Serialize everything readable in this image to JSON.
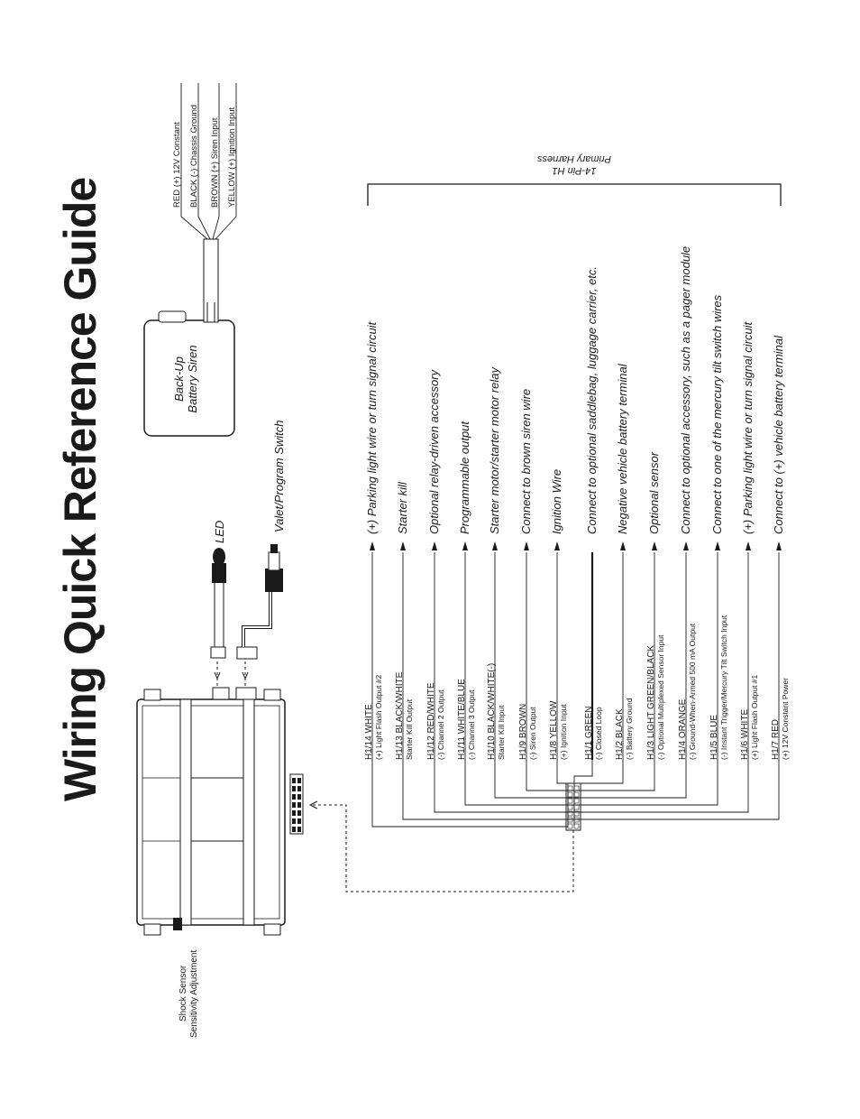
{
  "title": "Wiring Quick Reference Guide",
  "shock_sensor": {
    "line1": "Shock Sensor",
    "line2": "Sensitivity Adjustment"
  },
  "led_label": "LED",
  "valet_label": "Valet/Program Switch",
  "siren": {
    "line1": "Back-Up",
    "line2": "Battery Siren",
    "wires": [
      "RED (+) 12V Constant",
      "BLACK (-) Chassis Ground",
      "BROWN (+) Siren Input",
      "YELLOW (+) Ignition Input"
    ]
  },
  "harness": {
    "line1": "14-Pin H1",
    "line2": "Primary Harness"
  },
  "wires": [
    {
      "label": "H1/14 WHITE",
      "func": "(+) Light Flash Output #2",
      "desc": "(+) Parking light wire or turn signal circuit",
      "arrow": "out"
    },
    {
      "label": "H1/13 BLACK/WHITE",
      "func": "Starter Kill Output",
      "desc": "Starter kill",
      "arrow": "out"
    },
    {
      "label": "H1/12 RED/WHITE",
      "func": "(-) Channel 2 Output",
      "desc": "Optional relay-driven accessory",
      "arrow": "out"
    },
    {
      "label": "H1/11 WHITE/BLUE",
      "func": "(-) Channel 3 Output",
      "desc": "Programmable output",
      "arrow": "out"
    },
    {
      "label": "H1/10 BLACK/WHITE(-)",
      "func": "Starter Kill Input",
      "desc": "Starter motor/starter motor relay",
      "arrow": "out"
    },
    {
      "label": "H1/9 BROWN",
      "func": "(-) Siren Output",
      "desc": "Connect to brown siren wire",
      "arrow": "out"
    },
    {
      "label": "H1/8 YELLOW",
      "func": "(+) Ignition Input",
      "desc": "Ignition Wire",
      "arrow": "out"
    },
    {
      "label": "H1/1 GREEN",
      "func": "(-) Closed Loop",
      "desc": "Connect to optional saddlebag, luggage carrier, etc.",
      "arrow": "none"
    },
    {
      "label": "H1/2 BLACK",
      "func": "(-) Battery Ground",
      "desc": "Negative vehicle battery terminal",
      "arrow": "out"
    },
    {
      "label": "H1/3 LIGHT GREEN/BLACK",
      "func": "(-) Optional Multiplexed Sensor Input",
      "desc": "Optional sensor",
      "arrow": "out"
    },
    {
      "label": "H1/4 ORANGE",
      "func": "(-) Ground-When-Armed 500 mA Output",
      "desc": "Connect to optional accessory, such as a pager module",
      "arrow": "out"
    },
    {
      "label": "H1/5 BLUE",
      "func": "(-) Instant Trigger/Mercury Tilt Switch Input",
      "desc": "Connect to one of the mercury tilt switch wires",
      "arrow": "out"
    },
    {
      "label": "H1/6 WHITE",
      "func": "(+) Light Flash Output #1",
      "desc": "(+) Parking light wire or turn signal circuit",
      "arrow": "out"
    },
    {
      "label": "H1/7 RED",
      "func": "(+) 12V Constant Power",
      "desc": "Connect to (+) vehicle battery terminal",
      "arrow": "out"
    }
  ]
}
